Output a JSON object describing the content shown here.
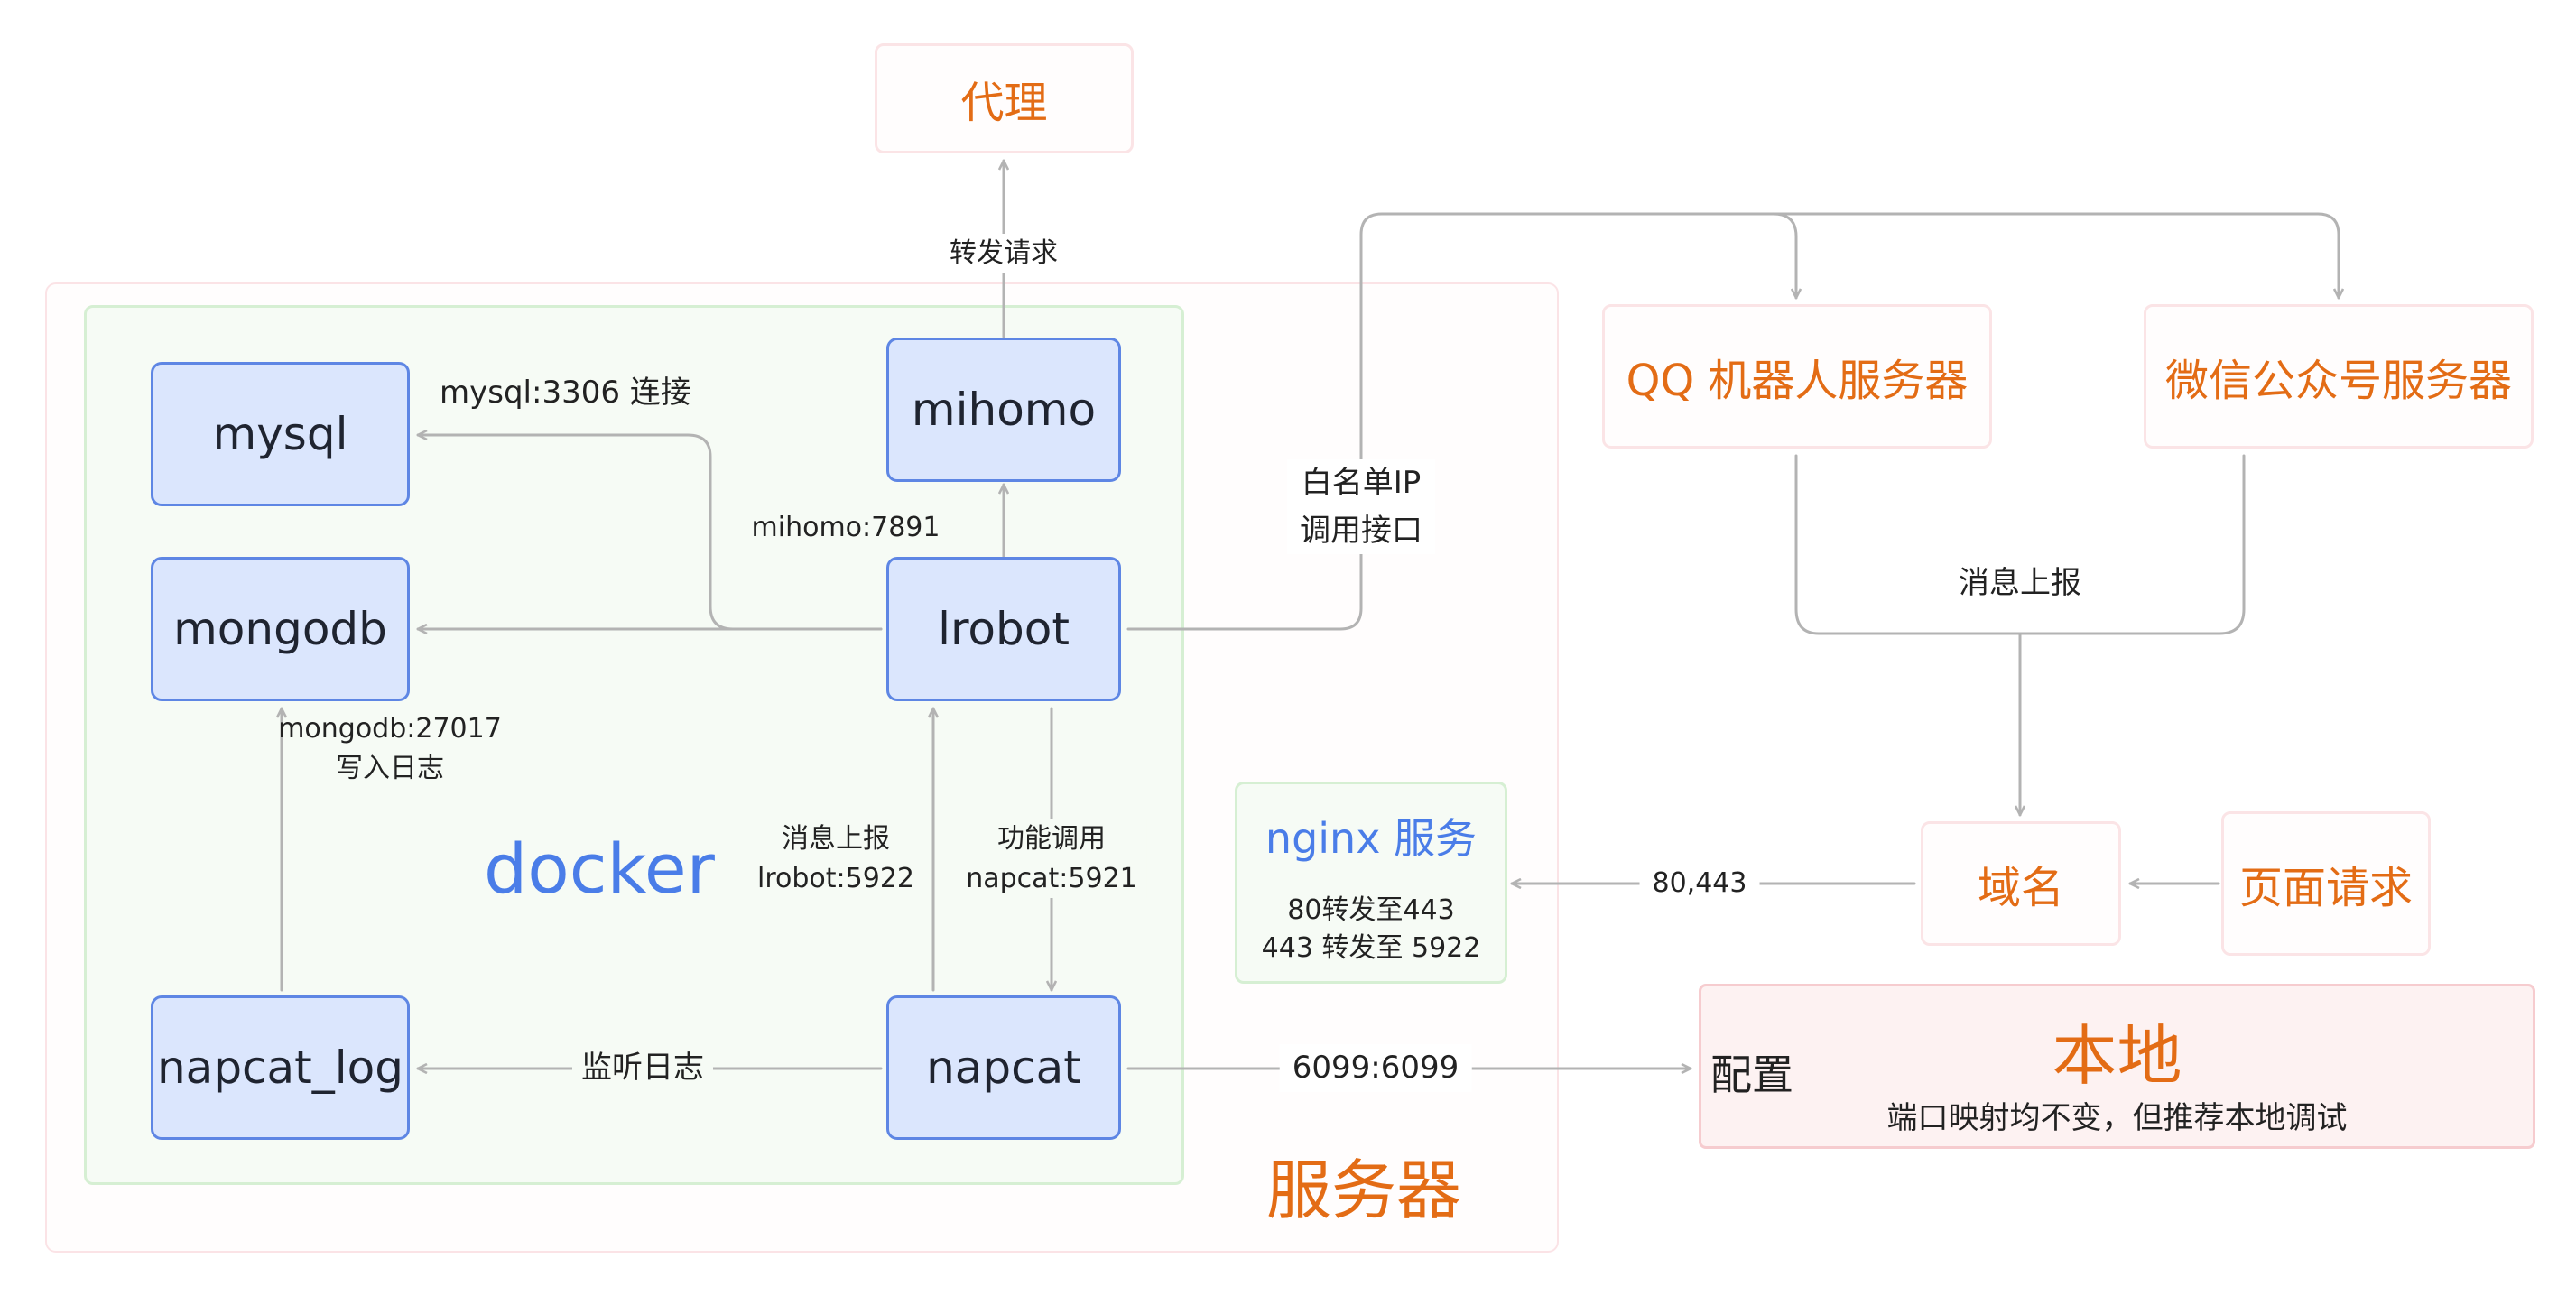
{
  "regions": {
    "server_label": "服务器",
    "docker_label": "docker"
  },
  "nodes": {
    "mysql": "mysql",
    "mongodb": "mongodb",
    "mihomo": "mihomo",
    "lrobot": "lrobot",
    "napcat_log": "napcat_log",
    "napcat": "napcat"
  },
  "external": {
    "proxy": "代理",
    "qq_server": "QQ 机器人服务器",
    "wechat_server": "微信公众号服务器",
    "domain": "域名",
    "page_request": "页面请求"
  },
  "nginx": {
    "title": "nginx 服务",
    "line1": "80转发至443",
    "line2": "443 转发至 5922"
  },
  "local": {
    "title": "本地",
    "config": "配置",
    "note": "端口映射均不变，但推荐本地调试"
  },
  "edges": {
    "forward_request": "转发请求",
    "mysql_connect": "mysql:3306 连接",
    "mihomo_port": "mihomo:7891",
    "whitelist_line1": "白名单IP",
    "whitelist_line2": "调用接口",
    "message_report_top": "消息上报",
    "mongodb_port": "mongodb:27017",
    "write_log": "写入日志",
    "report_line1": "消息上报",
    "report_line2": "lrobot:5922",
    "call_line1": "功能调用",
    "call_line2": "napcat:5921",
    "port_80_443": "80,443",
    "listen_log": "监听日志",
    "port_6099": "6099:6099"
  },
  "colors": {
    "node_fill": "#dbe6fd",
    "node_border": "#5e86e4",
    "accent_orange": "#e36c15",
    "accent_blue": "#4a7de8",
    "edge": "#b3b3b3",
    "docker_fill": "#f6fbf5",
    "docker_border": "#d6efd3",
    "local_fill": "#fdf2f2"
  }
}
